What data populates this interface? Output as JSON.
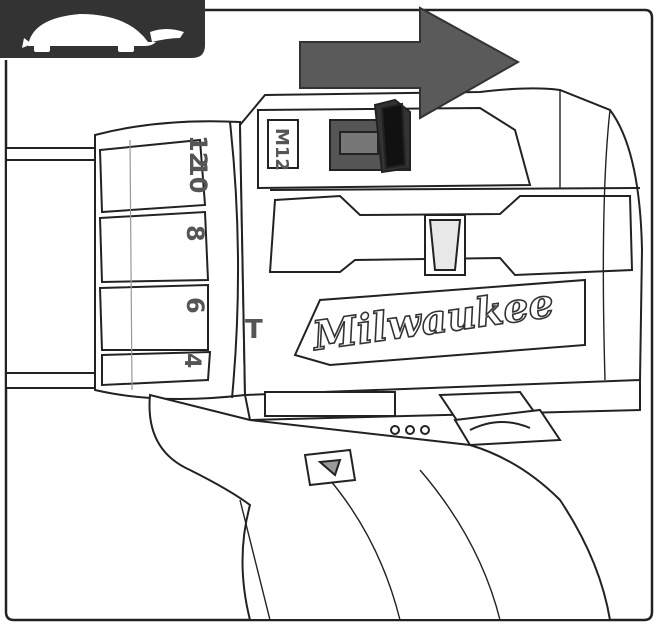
{
  "badge": {
    "icon": "turtle-icon",
    "bg_color": "#333333",
    "fg_color": "#ffffff"
  },
  "arrow": {
    "icon": "arrow-right-icon",
    "color": "#555555"
  },
  "drill": {
    "brand": "Milwaukee",
    "model_label": "M12",
    "clutch_labels": [
      "12",
      "10",
      "8",
      "6",
      "4"
    ],
    "drill_mode_label": "T"
  },
  "colors": {
    "outline": "#222222",
    "shadow": "#8a8a8a",
    "light_shade": "#cfcfcf"
  }
}
